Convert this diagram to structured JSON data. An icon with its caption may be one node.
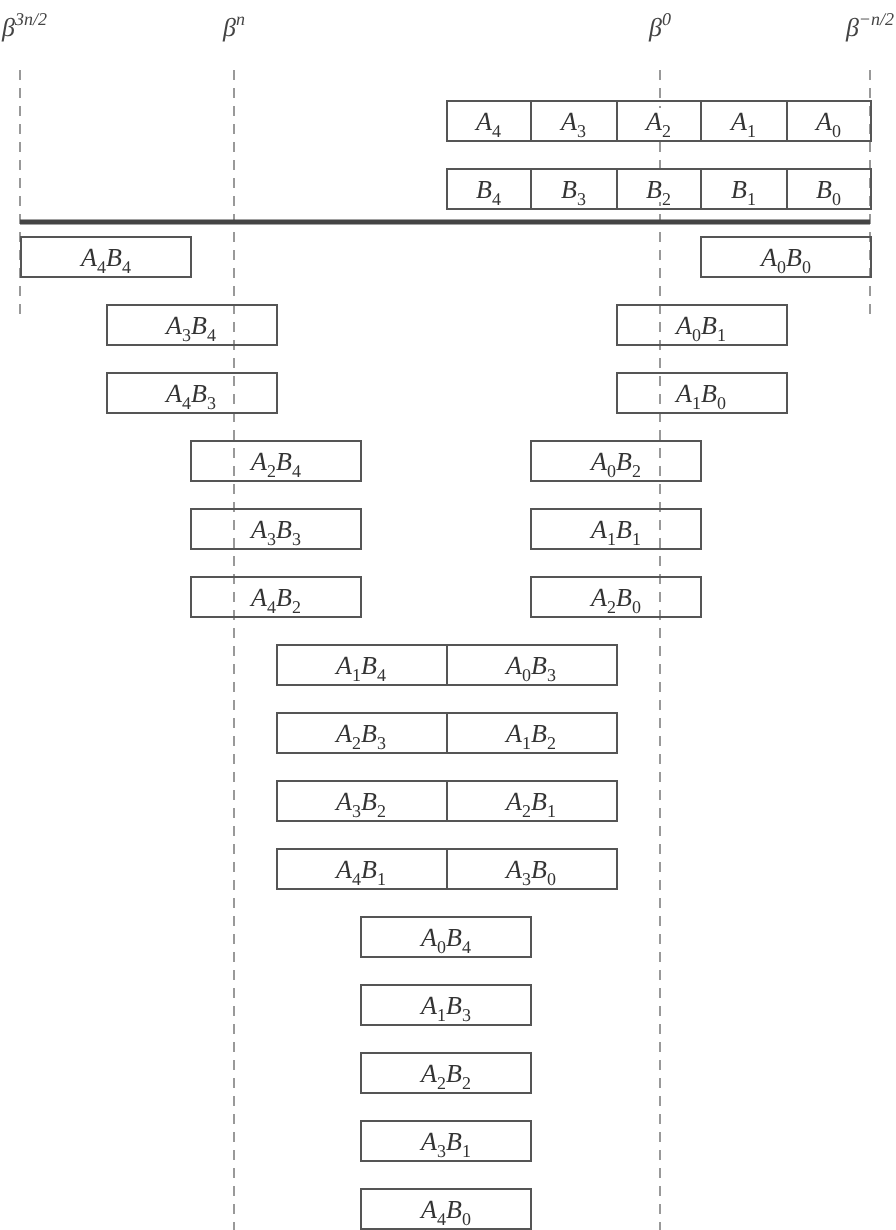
{
  "diagram": {
    "nodes": [
      {
        "text": [
          "A$_{4}$"
        ]
      },
      {
        "text": [
          "A$_{3}$"
        ]
      },
      {
        "text": [
          "A$_{2}$"
        ]
      },
      {
        "text": [
          "A$_{1}$"
        ]
      },
      {
        "text": [
          "A$_{0}$"
        ]
      },
      {
        "text": [
          "B$_{4}$"
        ]
      },
      {
        "text": [
          "B$_{3}$"
        ]
      },
      {
        "text": [
          "B$_{2}$"
        ]
      },
      {
        "text": [
          "B$_{1}$"
        ]
      },
      {
        "text": [
          "B$_{0}$"
        ]
      },
      {
        "text": [
          "A$_{4}$B$_{4}$"
        ]
      },
      {
        "text": [
          "A$_{0}$B$_{0}$"
        ]
      },
      {
        "text": [
          "A$_{3}$B$_{4}$"
        ]
      },
      {
        "text": [
          "A$_{0}$B$_{1}$"
        ]
      },
      {
        "text": [
          "A$_{4}$B$_{3}$"
        ]
      },
      {
        "text": [
          "A$_{1}$B$_{0}$"
        ]
      },
      {
        "text": [
          "A$_{2}$B$_{4}$"
        ]
      },
      {
        "text": [
          "A$_{0}$B$_{2}$"
        ]
      },
      {
        "text": [
          "A$_{3}$B$_{3}$"
        ]
      },
      {
        "text": [
          "A$_{1}$B$_{1}$"
        ]
      },
      {
        "text": [
          "A$_{4}$B$_{2}$"
        ]
      },
      {
        "text": [
          "A$_{2}$B$_{0}$"
        ]
      },
      {
        "text": [
          "A$_{1}$B$_{4}$"
        ]
      },
      {
        "text": [
          "A$_{0}$B$_{3}$"
        ]
      },
      {
        "text": [
          "A$_{2}$B$_{3}$"
        ]
      },
      {
        "text": [
          "A$_{1}$B$_{2}$"
        ]
      },
      {
        "text": [
          "A$_{3}$B$_{2}$"
        ]
      },
      {
        "text": [
          "A$_{2}$B$_{1}$"
        ]
      },
      {
        "text": [
          "A$_{4}$B$_{1}$"
        ]
      },
      {
        "text": [
          "A$_{3}$B$_{0}$"
        ]
      },
      {
        "text": [
          "A$_{0}$B$_{4}$"
        ]
      },
      {
        "text": [
          "A$_{1}$B$_{3}$"
        ]
      },
      {
        "text": [
          "A$_{2}$B$_{2}$"
        ]
      },
      {
        "text": [
          "A$_{3}$B$_{1}$"
        ]
      },
      {
        "text": [
          "A$_{4}$B$_{0}$"
        ]
      }
    ],
    "labels": [
      "β$^{3n/2}$",
      "β$^{n}$",
      "β$^{0}$",
      "β$^{−n/2}$"
    ]
  }
}
